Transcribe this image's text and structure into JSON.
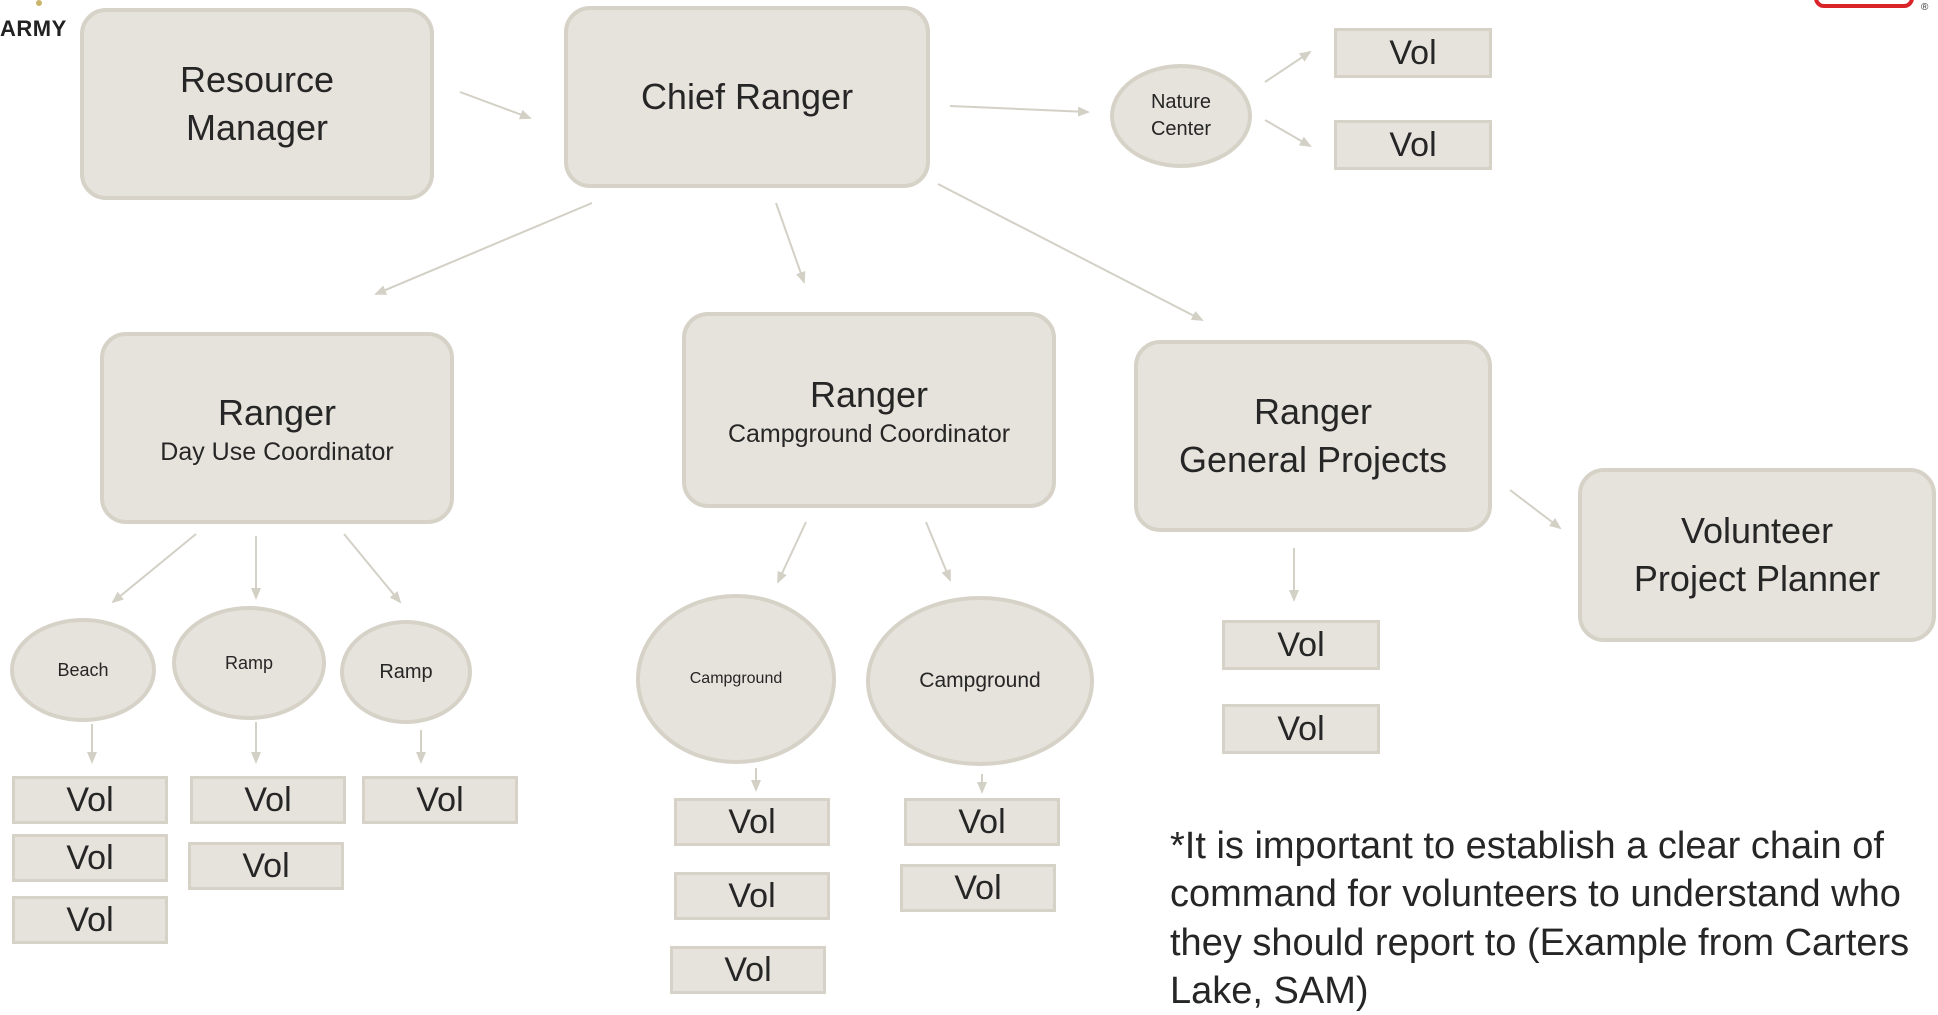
{
  "header": {
    "left_logo_text": "ARMY",
    "right_mark": "®"
  },
  "chart": {
    "resource_manager": {
      "line1": "Resource",
      "line2": "Manager"
    },
    "chief_ranger": {
      "label": "Chief Ranger"
    },
    "nature_center": {
      "line1": "Nature",
      "line2": "Center"
    },
    "ranger_day_use": {
      "title": "Ranger",
      "subtitle": "Day Use Coordinator"
    },
    "ranger_campground": {
      "title": "Ranger",
      "subtitle": "Campground Coordinator"
    },
    "ranger_general": {
      "line1": "Ranger",
      "line2": "General Projects"
    },
    "volunteer_planner": {
      "line1": "Volunteer",
      "line2": "Project Planner"
    },
    "sites": {
      "beach": "Beach",
      "ramp1": "Ramp",
      "ramp2": "Ramp",
      "campground1": "Campground",
      "campground2": "Campground"
    },
    "vol_label": "Vol"
  },
  "note": {
    "text": "*It is important to establish a clear chain of command for volunteers to understand who they should report to (Example from Carters Lake, SAM)"
  },
  "colors": {
    "node_fill": "#e6e3dc",
    "node_border": "#d6d2c7",
    "connector": "#d3d0c6",
    "text": "#262626",
    "logo_red": "#d9252a"
  }
}
